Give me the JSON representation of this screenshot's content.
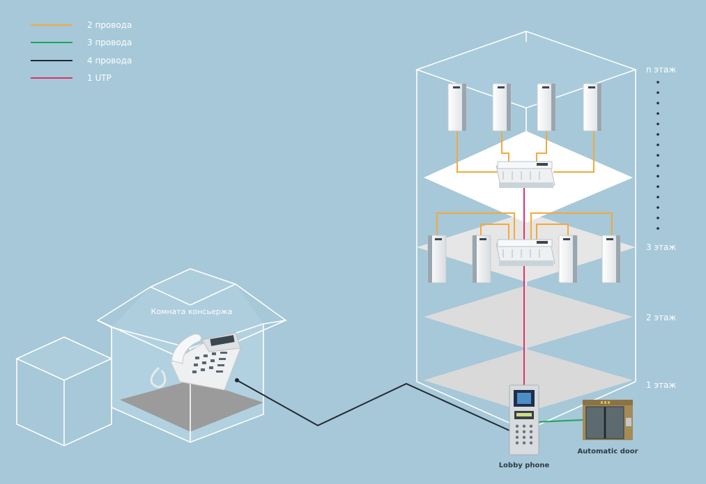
{
  "legend": [
    {
      "label": "2 провода",
      "color": "#f2a93b"
    },
    {
      "label": "3 провода",
      "color": "#1fa35a"
    },
    {
      "label": "4 провода",
      "color": "#222831"
    },
    {
      "label": "1 UTP",
      "color": "#e0306b"
    }
  ],
  "floors": {
    "n": "n этаж",
    "f3": "3 этаж",
    "f2": "2 этаж",
    "f1": "1 этаж"
  },
  "concierge_room": "Комната консьержа",
  "lobby_phone": "Lobby phone",
  "automatic_door": "Automatic door",
  "colors": {
    "background": "#a6c8d9",
    "outline": "#ffffff",
    "floor_plate": "#ffffff",
    "grey_plate": "#d6d6d6"
  },
  "icons": [
    "interphone-handset-icon",
    "distributor-box-icon",
    "desk-phone-icon",
    "lobby-panel-icon",
    "glass-door-icon"
  ]
}
